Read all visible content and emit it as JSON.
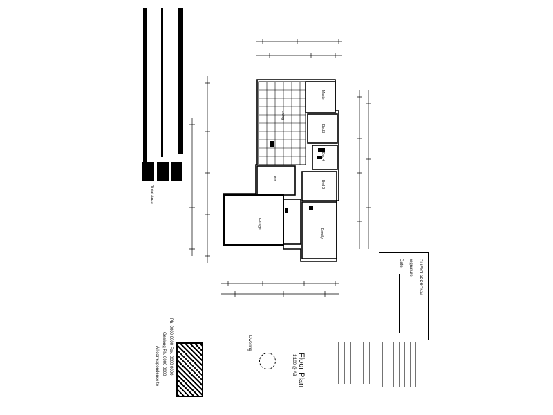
{
  "titleblock": {
    "plan_title": "Floor Plan",
    "plan_scale": "1:100 @ A3",
    "dwelling_label": "Dwelling",
    "approval_heading": "CLIENT APPROVAL",
    "signature_label": "Signature",
    "date_label": "Date",
    "builder_lines": [
      "Ph. 0000 0000  Fax. 0000 0000",
      "Geelong Ph. 0000 0000",
      "All correspondence to"
    ],
    "stamp_text": "Total Area"
  },
  "rooms": [
    {
      "id": "master",
      "label": "Master"
    },
    {
      "id": "bed2",
      "label": "Bed 2"
    },
    {
      "id": "bed3",
      "label": "Bed 3"
    },
    {
      "id": "bed4",
      "label": "Bed 4"
    },
    {
      "id": "family",
      "label": "Family"
    },
    {
      "id": "garage",
      "label": "Garage"
    },
    {
      "id": "kitchen",
      "label": "Kit"
    },
    {
      "id": "living",
      "label": "Living"
    }
  ]
}
